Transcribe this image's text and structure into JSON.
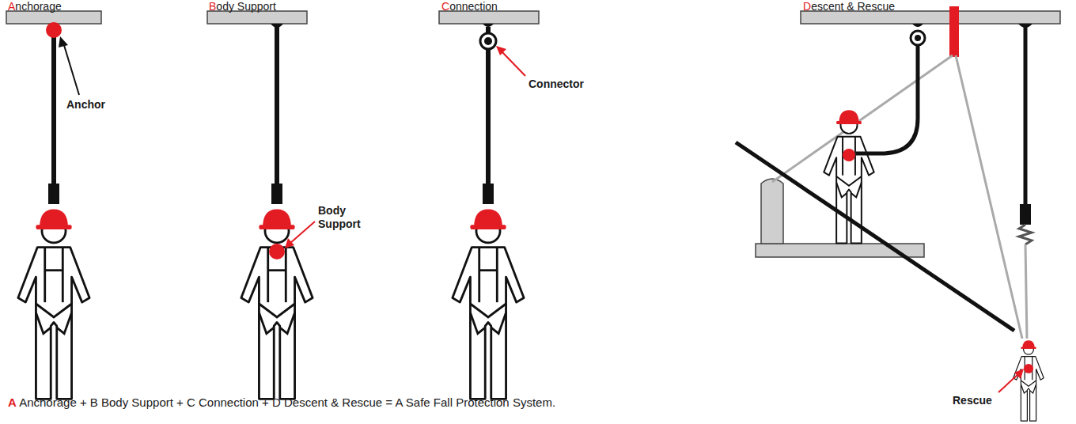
{
  "diagram": {
    "caption": "A Anchorage + B Body Support + C Connection + D Descent & Rescue = A Safe Fall Protection System.",
    "labels": [
      "Anchorage",
      "Anchor",
      "Body Support",
      "Body Support",
      "Connection",
      "Connector",
      "Descent & Rescue",
      "Rescue"
    ]
  }
}
